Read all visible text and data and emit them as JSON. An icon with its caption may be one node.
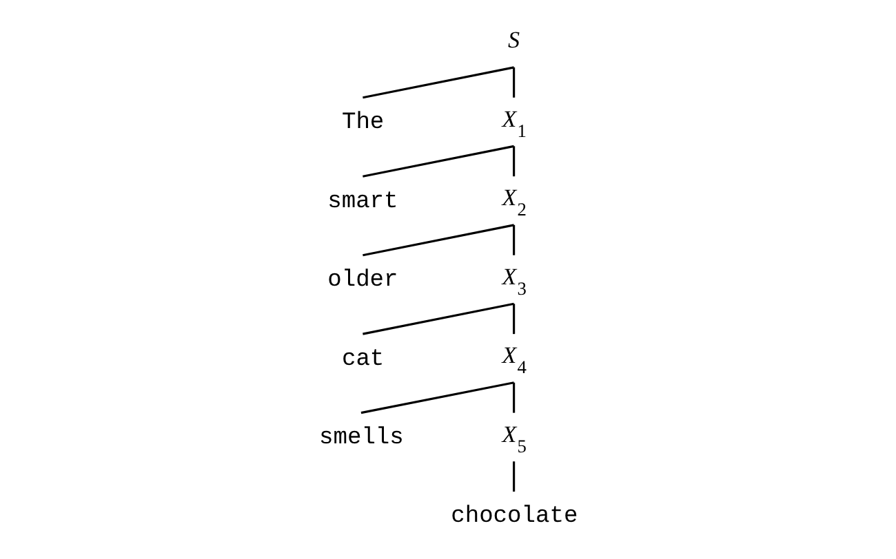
{
  "diagram": {
    "nodes": [
      {
        "text": [
          "S"
        ]
      },
      {
        "text": [
          "The"
        ]
      },
      {
        "text": [
          "X$_{1}$"
        ]
      },
      {
        "text": [
          "smart"
        ]
      },
      {
        "text": [
          "X$_{2}$"
        ]
      },
      {
        "text": [
          "older"
        ]
      },
      {
        "text": [
          "X$_{3}$"
        ]
      },
      {
        "text": [
          "cat"
        ]
      },
      {
        "text": [
          "X$_{4}$"
        ]
      },
      {
        "text": [
          "smells"
        ]
      },
      {
        "text": [
          "X$_{5}$"
        ]
      },
      {
        "text": [
          "chocolate"
        ]
      }
    ],
    "edges": [
      {
        "from": 0,
        "to": 1,
        "arrow": "none"
      },
      {
        "from": 0,
        "to": 2,
        "arrow": "none"
      },
      {
        "from": 2,
        "to": 3,
        "arrow": "none"
      },
      {
        "from": 2,
        "to": 4,
        "arrow": "none"
      },
      {
        "from": 4,
        "to": 5,
        "arrow": "none"
      },
      {
        "from": 4,
        "to": 6,
        "arrow": "none"
      },
      {
        "from": 6,
        "to": 7,
        "arrow": "none"
      },
      {
        "from": 6,
        "to": 8,
        "arrow": "none"
      },
      {
        "from": 8,
        "to": 9,
        "arrow": "none"
      },
      {
        "from": 8,
        "to": 10,
        "arrow": "none"
      },
      {
        "from": 10,
        "to": 11,
        "arrow": "none"
      }
    ]
  }
}
